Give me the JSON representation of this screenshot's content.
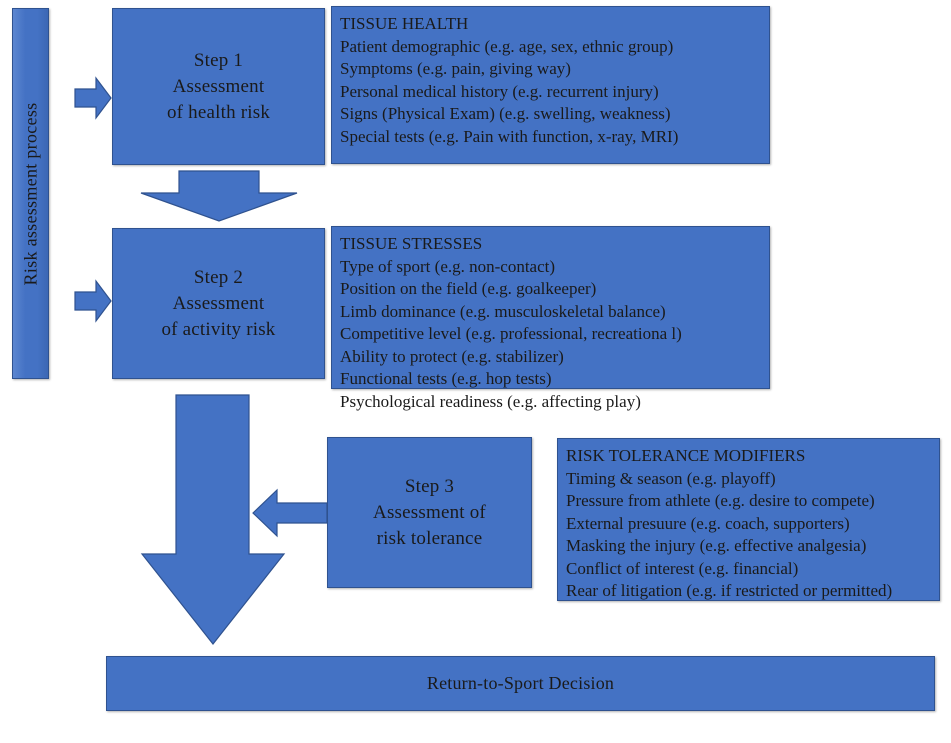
{
  "diagram": {
    "title_bar_vertical": "Risk assessment process",
    "decision_bar": "Return-to-Sport Decision",
    "accent_fill": "#4472C4",
    "accent_border": "#2F528F",
    "steps": [
      {
        "id": "step1",
        "label": "Step 1\nAssessment\nof health risk"
      },
      {
        "id": "step2",
        "label": "Step 2\nAssessment\nof activity risk"
      },
      {
        "id": "step3",
        "label": "Step 3\nAssessment of\nrisk tolerance"
      }
    ],
    "panels": [
      {
        "id": "tissue-health",
        "title": "TISSUE HEALTH",
        "items": [
          "Patient demographic (e.g. age, sex, ethnic group)",
          "Symptoms (e.g. pain, giving way)",
          "Personal medical history (e.g. recurrent injury)",
          "Signs (Physical Exam) (e.g. swelling, weakness)",
          "Special tests (e.g. Pain with function, x-ray, MRI)"
        ]
      },
      {
        "id": "tissue-stresses",
        "title": "TISSUE STRESSES",
        "items": [
          "Type of sport (e.g. non-contact)",
          "Position on the field (e.g. goalkeeper)",
          "Limb dominance (e.g. musculoskeletal balance)",
          "Competitive level (e.g. professional,  recreationa l)",
          "Ability to protect (e.g. stabilizer)",
          "Functional tests (e.g. hop tests)",
          "Psychological readiness (e.g. affecting play)"
        ]
      },
      {
        "id": "risk-tolerance-modifiers",
        "title": "RISK TOLERANCE MODIFIERS",
        "items": [
          "Timing & season (e.g. playoff)",
          "Pressure from athlete (e.g. desire to compete)",
          "External presuure (e.g. coach, supporters)",
          "Masking the injury (e.g. effective analgesia)",
          "Conflict of interest (e.g. financial)",
          "Rear of litigation (e.g. if restricted or permitted)"
        ]
      }
    ],
    "arrows": [
      {
        "id": "arrow-to-step1",
        "direction": "right"
      },
      {
        "id": "arrow-to-step2",
        "direction": "right"
      },
      {
        "id": "arrow-step1-to-step2",
        "direction": "down"
      },
      {
        "id": "arrow-step2-to-decision",
        "direction": "down"
      },
      {
        "id": "arrow-modifiers-to-step3",
        "direction": "left"
      }
    ]
  }
}
